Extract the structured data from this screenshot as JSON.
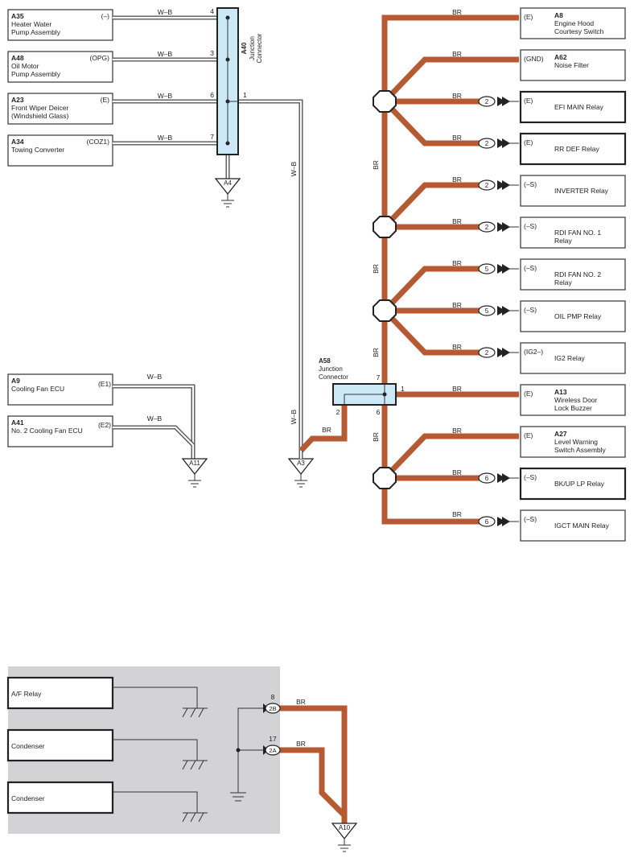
{
  "components": {
    "a35": {
      "id": "A35",
      "l1": "Heater Water",
      "l2": "Pump Assembly",
      "pin": "(–)"
    },
    "a48": {
      "id": "A48",
      "l1": "Oil Motor",
      "l2": "Pump Assembly",
      "pin": "(OPG)"
    },
    "a23": {
      "id": "A23",
      "l1": "Front Wiper Deicer",
      "l2": "(Windshield Glass)",
      "pin": "(E)"
    },
    "a34": {
      "id": "A34",
      "l1": "Towing Converter",
      "pin": "(COZ1)"
    },
    "a9": {
      "id": "A9",
      "l1": "Cooling Fan ECU",
      "pin": "(E1)"
    },
    "a41": {
      "id": "A41",
      "l1": "No. 2 Cooling Fan ECU",
      "pin": "(E2)"
    },
    "a8": {
      "id": "A8",
      "l1": "Engine Hood",
      "l2": "Courtesy Switch",
      "pin": "(E)"
    },
    "a62": {
      "id": "A62",
      "l1": "Noise Filter",
      "pin": "(GND)"
    },
    "efi": {
      "l1": "EFI MAIN Relay",
      "pin": "(E)",
      "num": "2"
    },
    "rrdef": {
      "l1": "RR DEF Relay",
      "pin": "(E)",
      "num": "2"
    },
    "inverter": {
      "l1": "INVERTER Relay",
      "pin": "(–S)",
      "num": "2"
    },
    "rdi1": {
      "l1": "RDI FAN NO. 1",
      "l2": "Relay",
      "pin": "(–S)",
      "num": "2"
    },
    "rdi2": {
      "l1": "RDI FAN NO. 2",
      "l2": "Relay",
      "pin": "(–S)",
      "num": "5"
    },
    "oilpmp": {
      "l1": "OIL PMP Relay",
      "pin": "(–S)",
      "num": "5"
    },
    "ig2": {
      "l1": "IG2 Relay",
      "pin": "(IG2–)",
      "num": "2"
    },
    "a13": {
      "id": "A13",
      "l1": "Wireless Door",
      "l2": "Lock Buzzer",
      "pin": "(E)"
    },
    "a27": {
      "id": "A27",
      "l1": "Level Warning",
      "l2": "Switch Assembly",
      "pin": "(E)"
    },
    "bkup": {
      "l1": "BK/UP LP Relay",
      "pin": "(–S)",
      "num": "6"
    },
    "igct": {
      "l1": "IGCT MAIN Relay",
      "pin": "(–S)",
      "num": "6"
    },
    "af": {
      "l1": "A/F Relay"
    },
    "cond1": {
      "l1": "Condenser"
    },
    "cond2": {
      "l1": "Condenser"
    }
  },
  "junctions": {
    "a40": {
      "id": "A40",
      "l1": "Junction",
      "l2": "Connector",
      "p4": "4",
      "p3": "3",
      "p6": "6",
      "p7": "7",
      "p1": "1"
    },
    "a58": {
      "id": "A58",
      "l1": "Junction",
      "l2": "Connector",
      "p7": "7",
      "p1": "1",
      "p2": "2",
      "p6": "6"
    }
  },
  "grounds": {
    "a4": "A4",
    "a3": "A3",
    "a11": "A11",
    "a10": "A10"
  },
  "wire_colors": {
    "wb": "W–B",
    "br": "BR"
  },
  "bottom": {
    "p8": "8",
    "c2b": "2B",
    "p17": "17",
    "c2a": "2A"
  },
  "colors": {
    "br_wire": "#b55a33",
    "junction_fill": "#cce9f7",
    "panel_gray": "#d3d3d5"
  }
}
